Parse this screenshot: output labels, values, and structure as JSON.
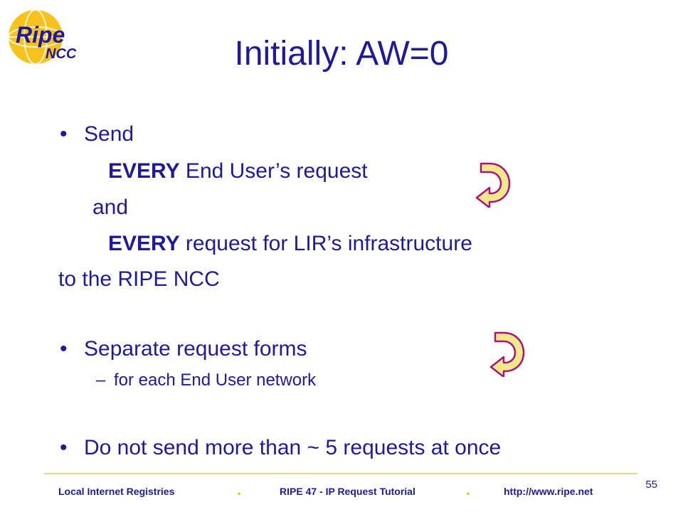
{
  "logo": {
    "ripe": "Ripe",
    "ncc": "NCC"
  },
  "title": "Initially: AW=0",
  "content": {
    "send": "Send",
    "every1_bold": "EVERY",
    "every1_rest": " End User’s request",
    "and": "and",
    "every2_bold": "EVERY",
    "every2_rest": " request for LIR’s infrastructure",
    "to_ripe": "to the RIPE NCC",
    "separate": "Separate request forms",
    "dash": "–",
    "for_each": "for each End User network",
    "do_not": "Do not send more than ~ 5 requests at once",
    "bullet": "•"
  },
  "footer": {
    "left": "Local Internet Registries",
    "middle": "RIPE 47  - IP Request Tutorial",
    "right": "http://www.ripe.net",
    "separator": ".",
    "page_number": "55"
  },
  "colors": {
    "text": "#1f1a99",
    "arrow_fill": "#f2e98a",
    "arrow_stroke": "#a8147a",
    "footer_rule": "#e8d98a"
  }
}
